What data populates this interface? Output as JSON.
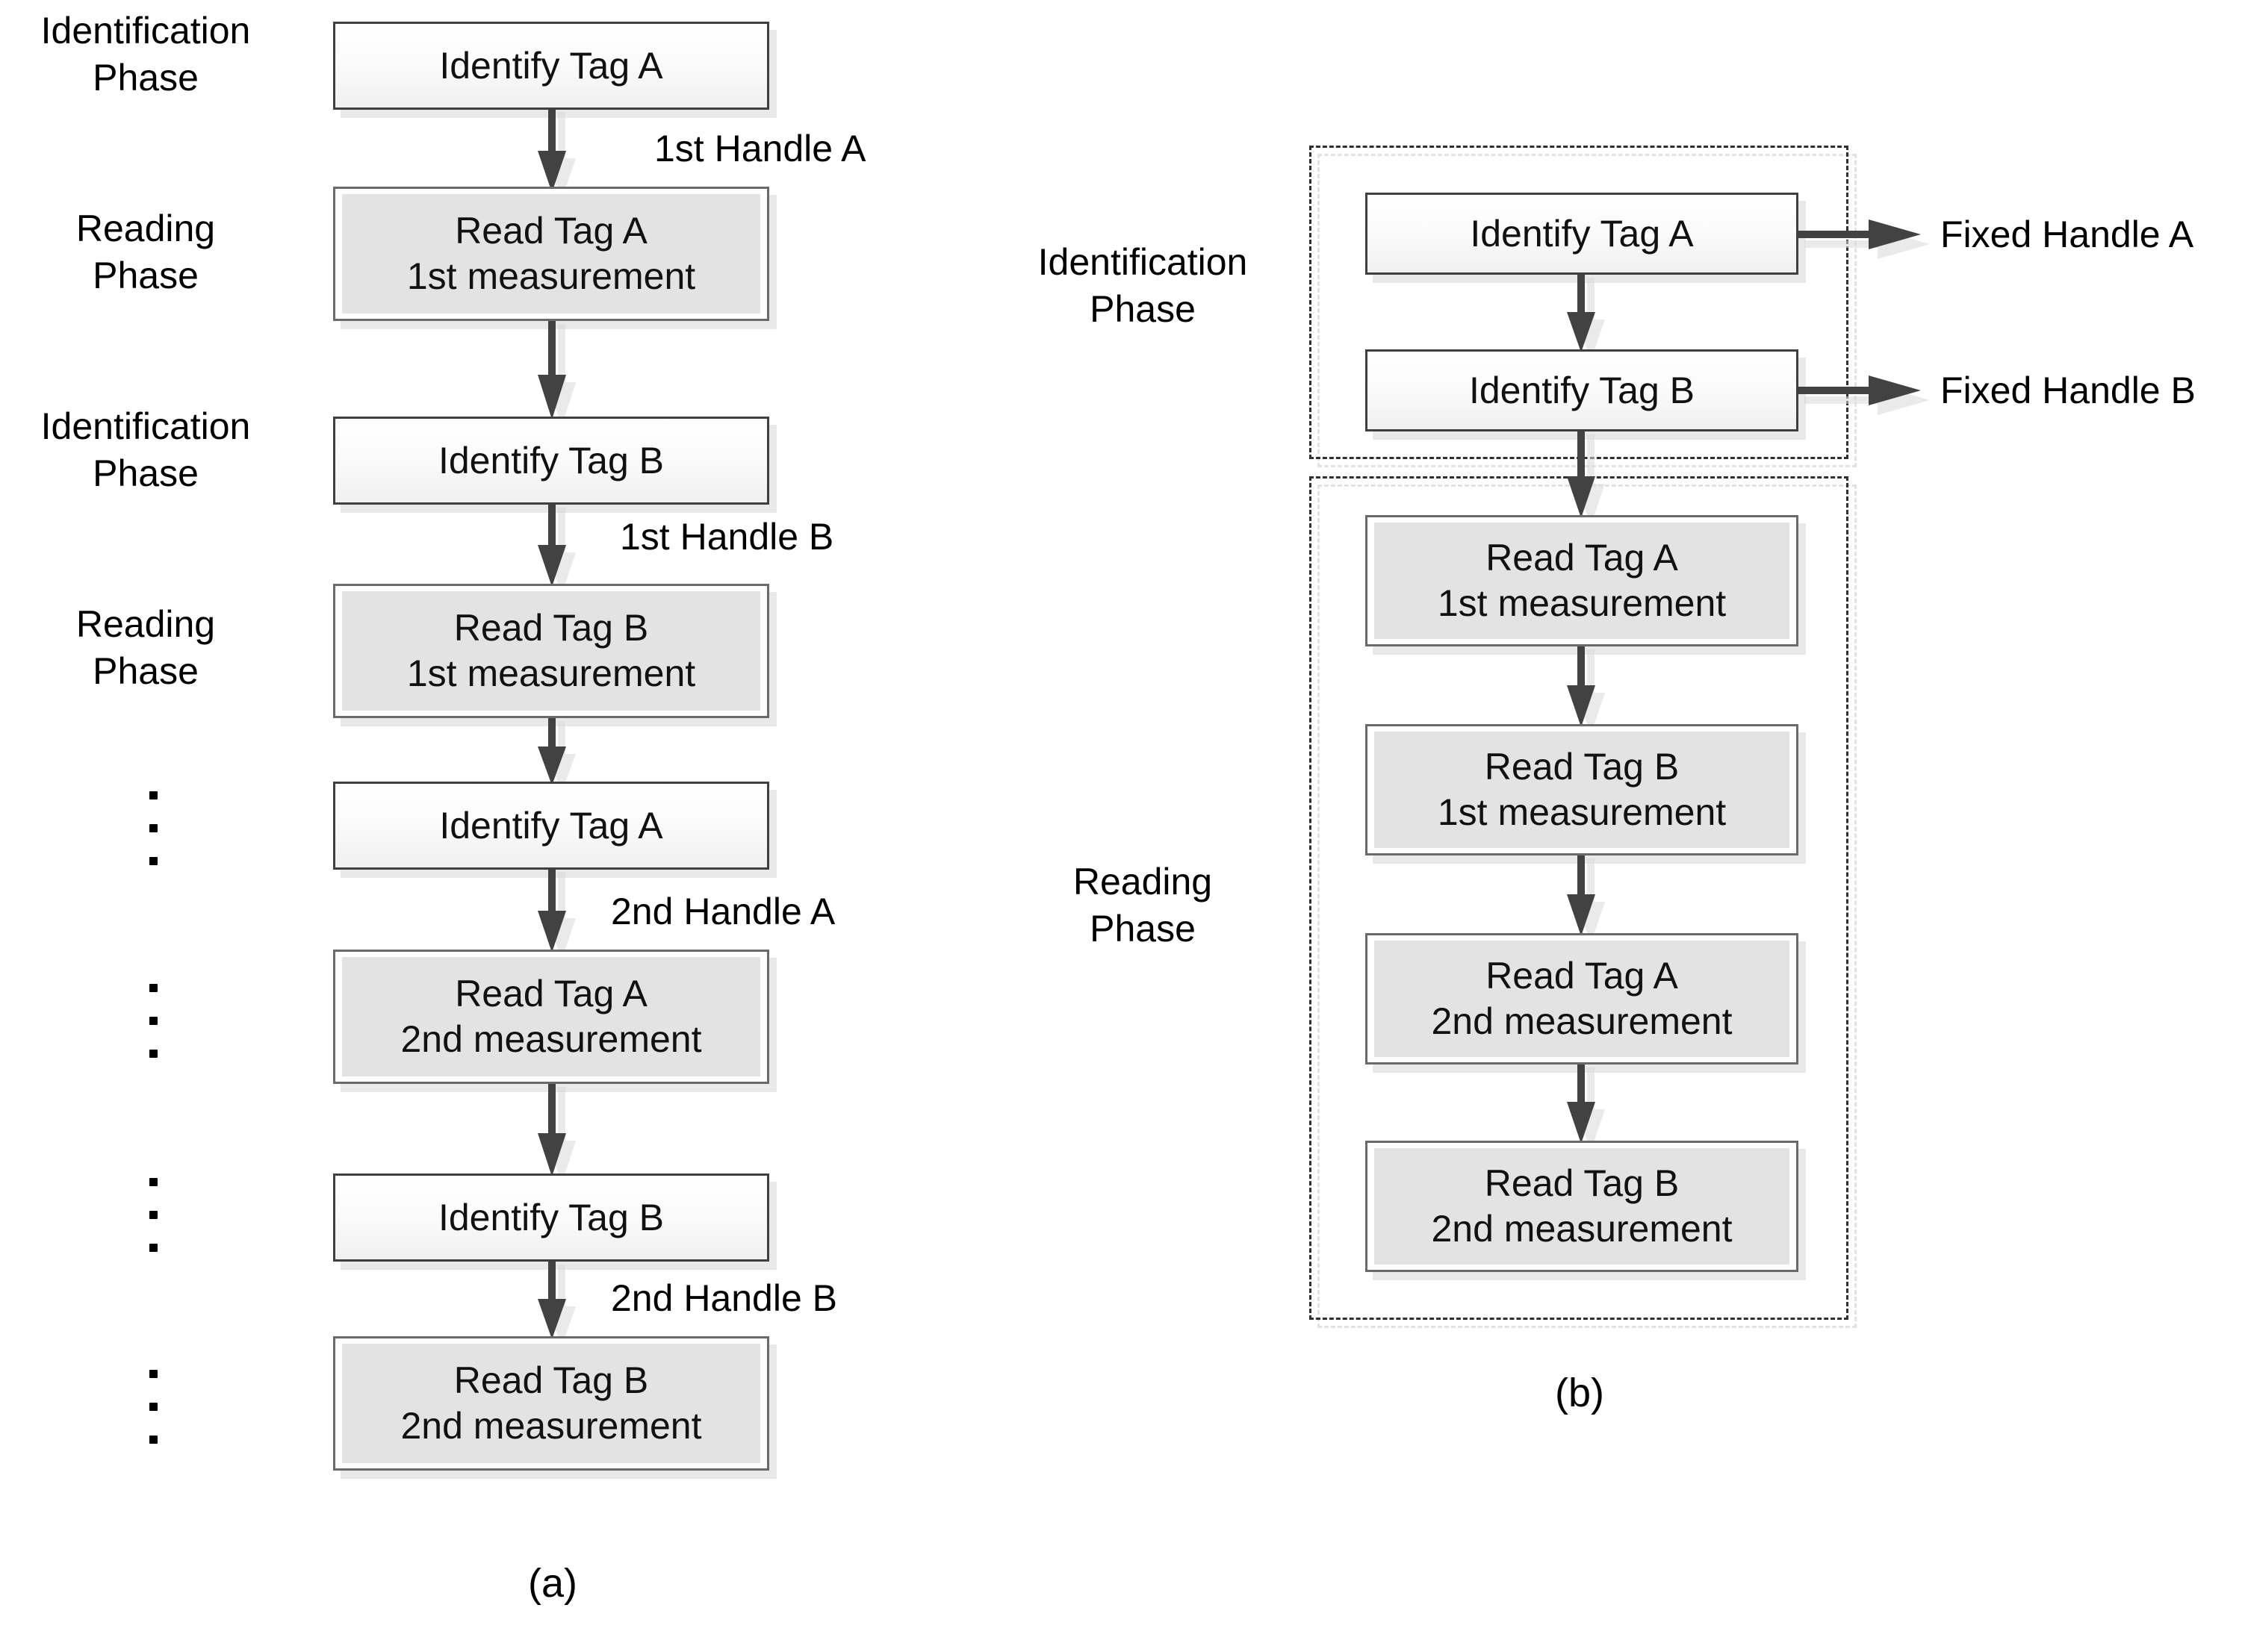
{
  "figure": {
    "panels": [
      {
        "id": "a",
        "caption": "(a)",
        "phase_labels": [
          {
            "text": "Identification\nPhase"
          },
          {
            "text": "Reading\nPhase"
          },
          {
            "text": "Identification\nPhase"
          },
          {
            "text": "Reading\nPhase"
          }
        ],
        "nodes": [
          {
            "kind": "identify",
            "line1": "Identify Tag A",
            "line2": ""
          },
          {
            "kind": "read",
            "line1": "Read Tag A",
            "line2": "1st measurement"
          },
          {
            "kind": "identify",
            "line1": "Identify Tag B",
            "line2": ""
          },
          {
            "kind": "read",
            "line1": "Read Tag B",
            "line2": "1st measurement"
          },
          {
            "kind": "identify",
            "line1": "Identify Tag A",
            "line2": ""
          },
          {
            "kind": "read",
            "line1": "Read Tag A",
            "line2": "2nd measurement"
          },
          {
            "kind": "identify",
            "line1": "Identify Tag B",
            "line2": ""
          },
          {
            "kind": "read",
            "line1": "Read Tag B",
            "line2": "2nd measurement"
          }
        ],
        "edge_labels": [
          {
            "text": "1st Handle A"
          },
          {
            "text": "1st Handle B"
          },
          {
            "text": "2nd Handle A"
          },
          {
            "text": "2nd Handle B"
          }
        ],
        "ellipsis_groups": 4,
        "ellipsis_dots_per_group": 3
      },
      {
        "id": "b",
        "caption": "(b)",
        "phase_labels": [
          {
            "text": "Identification\nPhase"
          },
          {
            "text": "Reading\nPhase"
          }
        ],
        "groups": [
          {
            "name": "identification-group"
          },
          {
            "name": "reading-group"
          }
        ],
        "nodes": [
          {
            "kind": "identify",
            "line1": "Identify Tag A",
            "line2": ""
          },
          {
            "kind": "identify",
            "line1": "Identify Tag B",
            "line2": ""
          },
          {
            "kind": "read",
            "line1": "Read Tag A",
            "line2": "1st measurement"
          },
          {
            "kind": "read",
            "line1": "Read Tag B",
            "line2": "1st measurement"
          },
          {
            "kind": "read",
            "line1": "Read Tag A",
            "line2": "2nd measurement"
          },
          {
            "kind": "read",
            "line1": "Read Tag B",
            "line2": "2nd measurement"
          }
        ],
        "output_labels": [
          {
            "text": "Fixed Handle A"
          },
          {
            "text": "Fixed Handle B"
          }
        ]
      }
    ],
    "colors": {
      "arrow_fill": "#424242",
      "arrow_shadow": "#d9d9d9",
      "identify_border": "#3f3f3f",
      "read_border": "#6a6a6a",
      "read_fill": "#e3e3e3",
      "box_shadow": "#e9e9e9",
      "dashed_border": "#2f2f2f",
      "text": "#000000",
      "background": "#ffffff"
    }
  }
}
